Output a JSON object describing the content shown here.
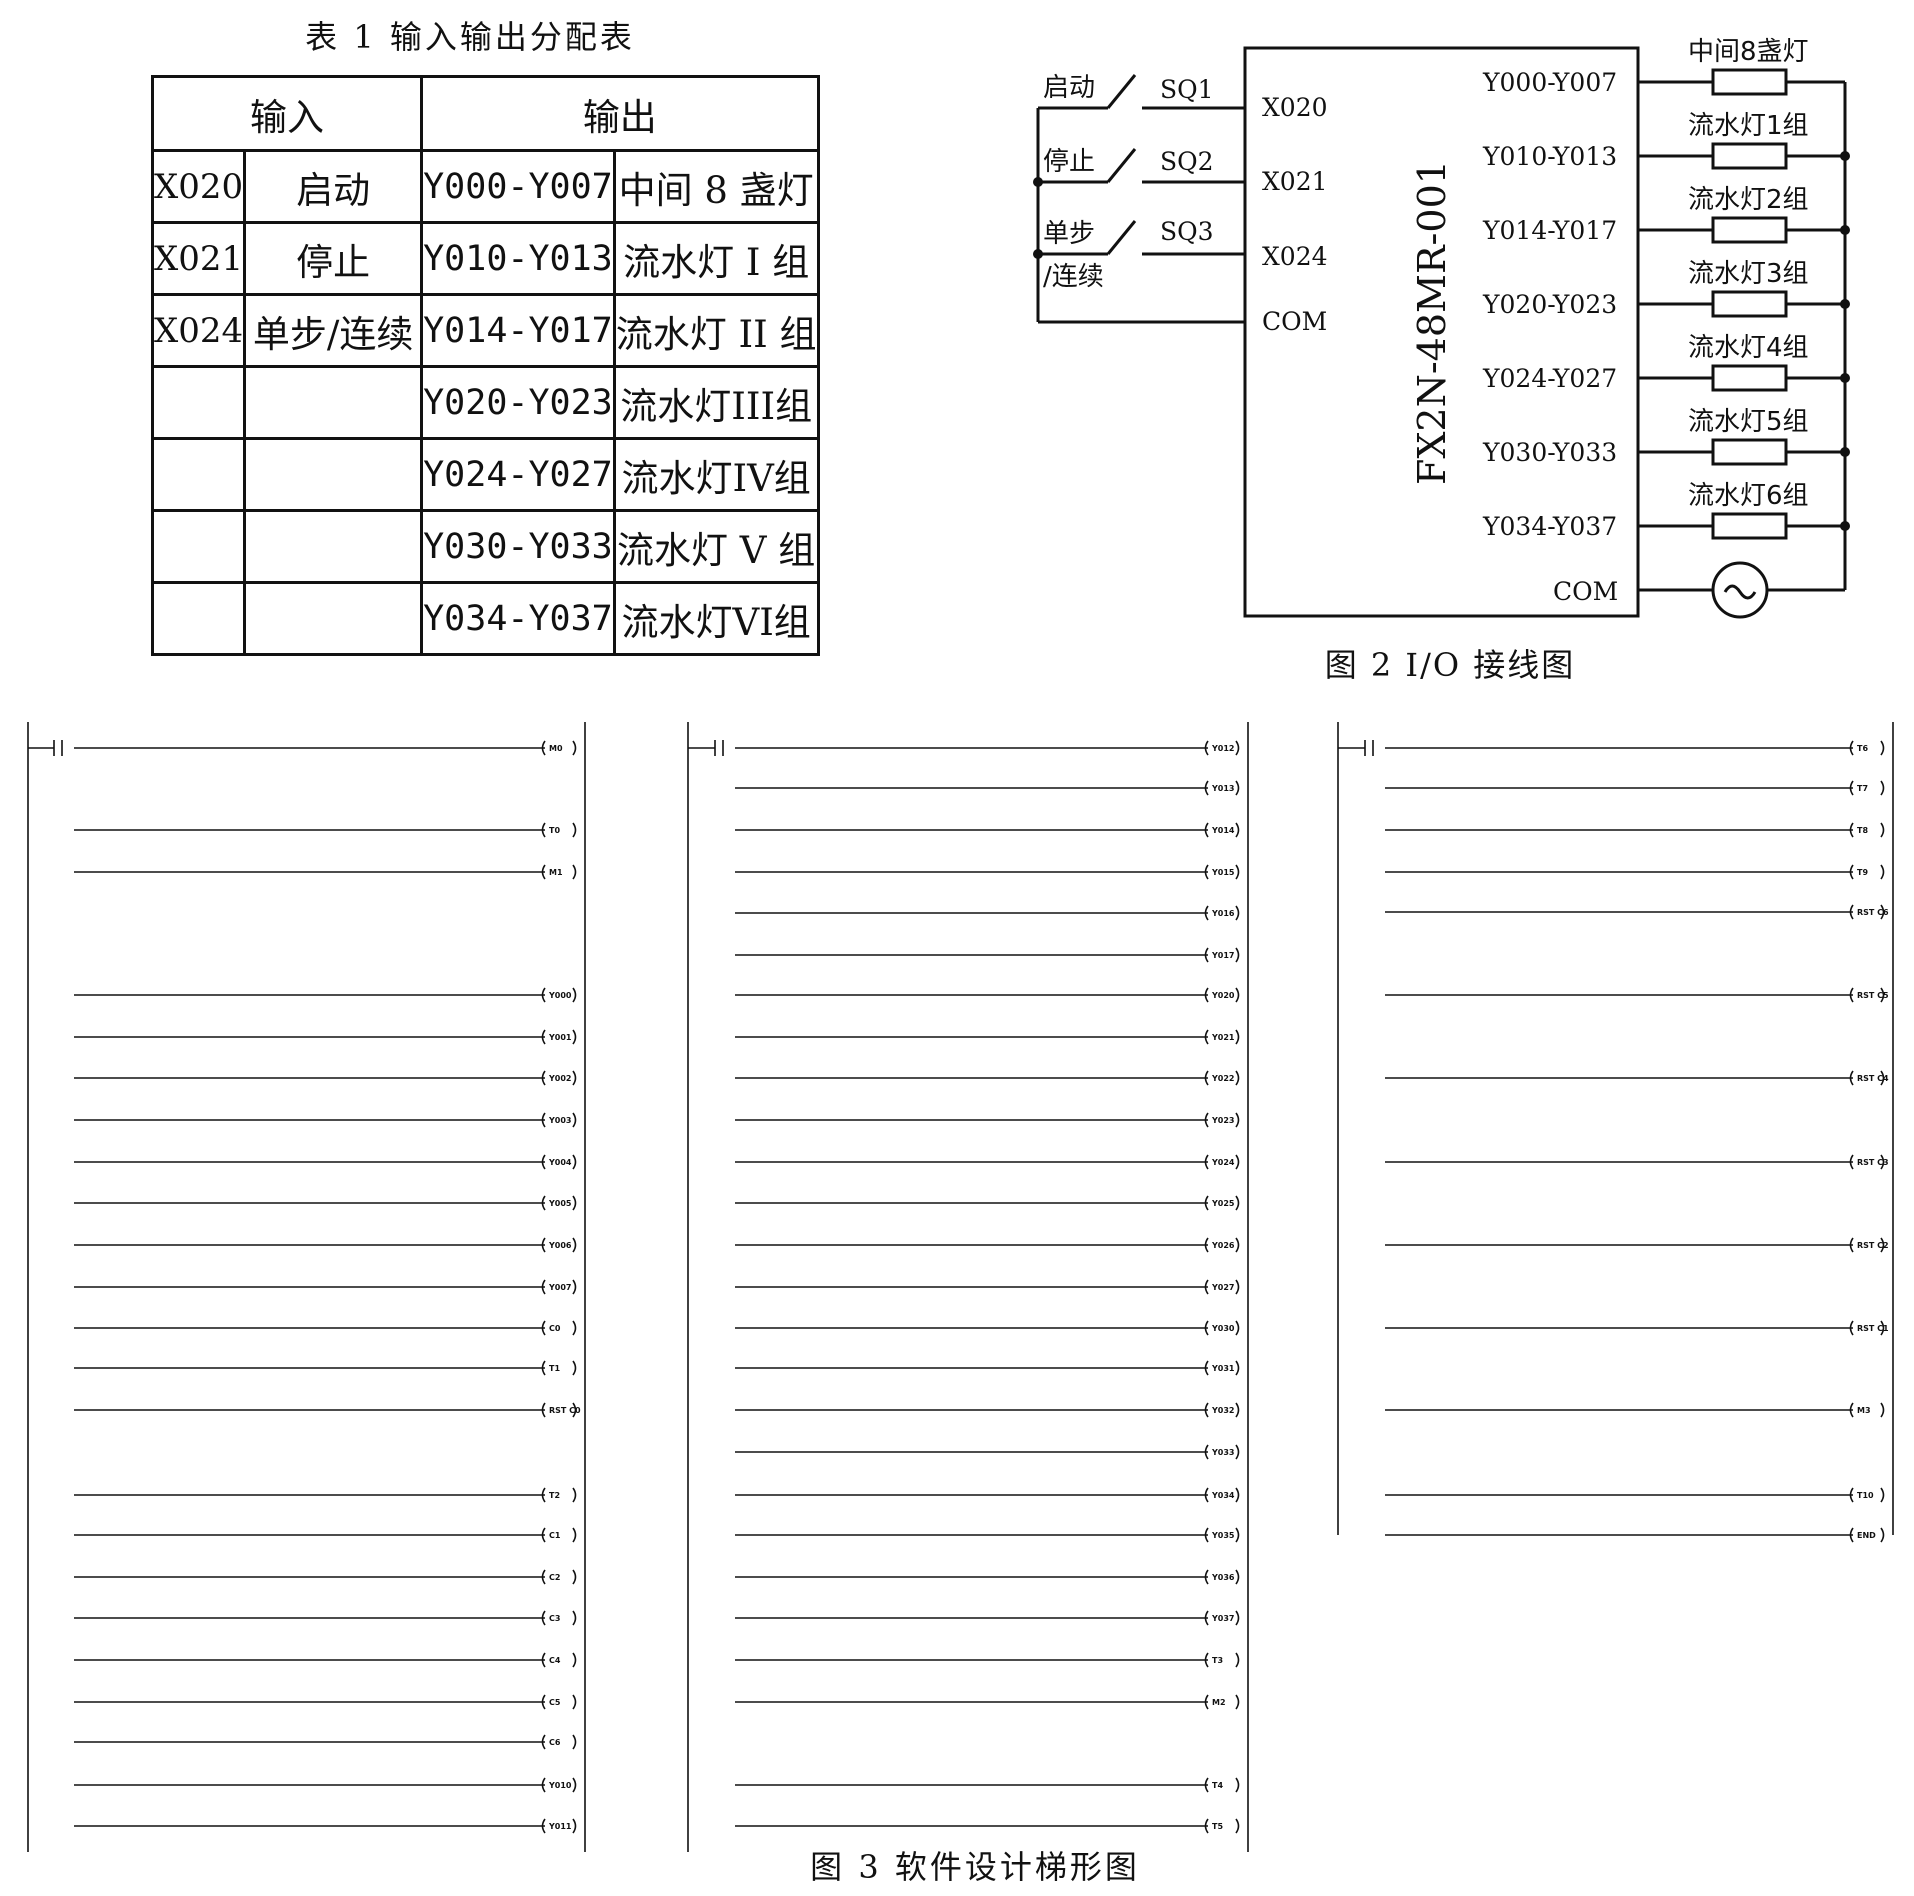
{
  "table": {
    "caption": "表 1  输入输出分配表",
    "header_input": "输入",
    "header_output": "输出",
    "rows": [
      {
        "in": "X020",
        "fn": "启动",
        "out": "Y000-Y007",
        "load": "中间 8 盏灯"
      },
      {
        "in": "X021",
        "fn": "停止",
        "out": "Y010-Y013",
        "load": "流水灯 I 组"
      },
      {
        "in": "X024",
        "fn": "单步/连续",
        "out": "Y014-Y017",
        "load": "流水灯 II 组"
      },
      {
        "in": "",
        "fn": "",
        "out": "Y020-Y023",
        "load": "流水灯III组"
      },
      {
        "in": "",
        "fn": "",
        "out": "Y024-Y027",
        "load": "流水灯IV组"
      },
      {
        "in": "",
        "fn": "",
        "out": "Y030-Y033",
        "load": "流水灯 V 组"
      },
      {
        "in": "",
        "fn": "",
        "out": "Y034-Y037",
        "load": "流水灯VI组"
      }
    ]
  },
  "wiring": {
    "caption": "图 2  I/O 接线图",
    "plc_model": "FX2N-48MR-001",
    "inputs": [
      {
        "switch": "启动",
        "sensor": "SQ1",
        "terminal": "X020"
      },
      {
        "switch": "停止",
        "sensor": "SQ2",
        "terminal": "X021"
      },
      {
        "switch": "单步",
        "switch2": "/连续",
        "sensor": "SQ3",
        "terminal": "X024"
      }
    ],
    "input_com": "COM",
    "outputs": [
      {
        "terminal": "Y000-Y007",
        "load": "中间8盏灯"
      },
      {
        "terminal": "Y010-Y013",
        "load": "流水灯1组"
      },
      {
        "terminal": "Y014-Y017",
        "load": "流水灯2组"
      },
      {
        "terminal": "Y020-Y023",
        "load": "流水灯3组"
      },
      {
        "terminal": "Y024-Y027",
        "load": "流水灯4组"
      },
      {
        "terminal": "Y030-Y033",
        "load": "流水灯5组"
      },
      {
        "terminal": "Y034-Y037",
        "load": "流水灯6组"
      }
    ],
    "output_com": "COM"
  },
  "ladder": {
    "caption": "图 3  软件设计梯形图",
    "col1_outputs": [
      "M0",
      "T0",
      "M1",
      "Y000",
      "Y001",
      "Y002",
      "Y003",
      "Y004",
      "Y005",
      "Y006",
      "Y007",
      "C0",
      "T1",
      "RST C0",
      "T2",
      "C1",
      "C2",
      "C3",
      "C4",
      "C5",
      "C6",
      "Y010",
      "Y011"
    ],
    "col2_outputs": [
      "Y012",
      "Y013",
      "Y014",
      "Y015",
      "Y016",
      "Y017",
      "Y020",
      "Y021",
      "Y022",
      "Y023",
      "Y024",
      "Y025",
      "Y026",
      "Y027",
      "Y030",
      "Y031",
      "Y032",
      "Y033",
      "Y034",
      "Y035",
      "Y036",
      "Y037",
      "T3",
      "M2",
      "T4",
      "T5"
    ],
    "col3_outputs": [
      "T6",
      "T7",
      "T8",
      "T9",
      "RST C6",
      "RST C5",
      "RST C4",
      "RST C3",
      "RST C2",
      "RST C1",
      "M3",
      "T10",
      "END"
    ],
    "end_label": "END"
  }
}
